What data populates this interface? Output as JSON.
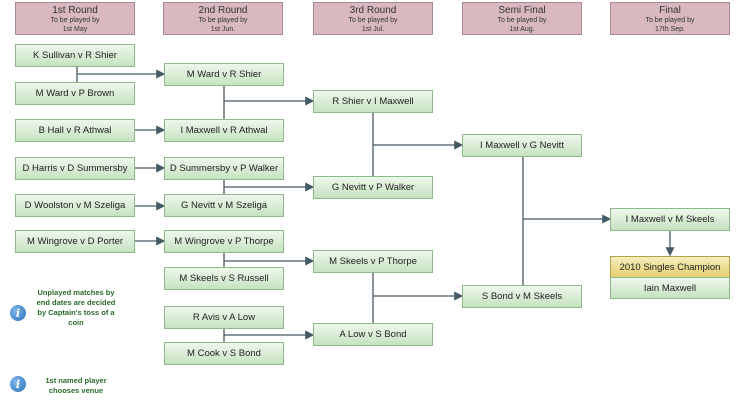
{
  "headers": [
    {
      "title": "1st Round",
      "sub1": "To be played by",
      "sub2": "1st May"
    },
    {
      "title": "2nd Round",
      "sub1": "To be played by",
      "sub2": "1st Jun."
    },
    {
      "title": "3rd Round",
      "sub1": "To be played by",
      "sub2": "1st Jul."
    },
    {
      "title": "Semi Final",
      "sub1": "To be played by",
      "sub2": "1st Aug."
    },
    {
      "title": "Final",
      "sub1": "To be played by",
      "sub2": "17th Sep."
    }
  ],
  "round1": [
    "K Sullivan v R Shier",
    "M Ward v P Brown",
    "B Hall v R Athwal",
    "D Harris v D Summersby",
    "D Woolston v M Szeliga",
    "M Wingrove v D Porter"
  ],
  "round2": [
    "M Ward v R Shier",
    "I Maxwell v R Athwal",
    "D Summersby v P Walker",
    "G Nevitt v M Szeliga",
    "M Wingrove v P Thorpe",
    "M Skeels v S Russell",
    "R Avis v A Low",
    "M Cook v S Bond"
  ],
  "round3": [
    "R Shier v I Maxwell",
    "G Nevitt v P Walker",
    "M Skeels v P Thorpe",
    "A Low v S Bond"
  ],
  "semi": [
    "I Maxwell v G Nevitt",
    "S Bond v M Skeels"
  ],
  "final": "I Maxwell v M Skeels",
  "champion_label": "2010 Singles Champion",
  "champion_name": "Iain Maxwell",
  "notes": {
    "note1": "Unplayed matches by end dates are decided by Captain's toss of a coin",
    "note2": "1st named player chooses venue"
  },
  "colors": {
    "header_bg": "#d9b8c0",
    "match_box": "#c5e3c0",
    "champion_box": "#e3cf6e",
    "connector": "#455a64",
    "note_text": "#2a6b2a"
  }
}
